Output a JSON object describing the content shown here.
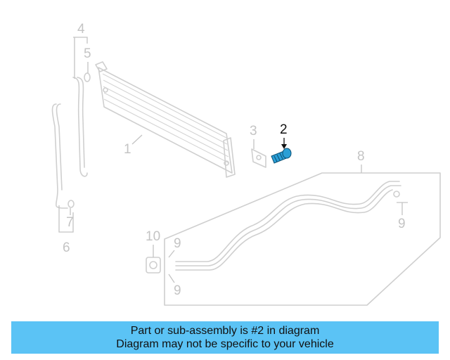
{
  "callouts": {
    "c1": "1",
    "c2": "2",
    "c3": "3",
    "c4": "4",
    "c5": "5",
    "c6": "6",
    "c7": "7",
    "c8": "8",
    "c9a": "9",
    "c9b": "9",
    "c9c": "9",
    "c10": "10"
  },
  "highlighted_part": "2",
  "colors": {
    "banner": "#5bc3f5",
    "highlight_part": "#2a9fd6",
    "ghost": "#cfcfcf"
  },
  "banner": {
    "line1": "Part or sub-assembly is #2 in diagram",
    "line2": "Diagram may not be specific to your vehicle"
  }
}
